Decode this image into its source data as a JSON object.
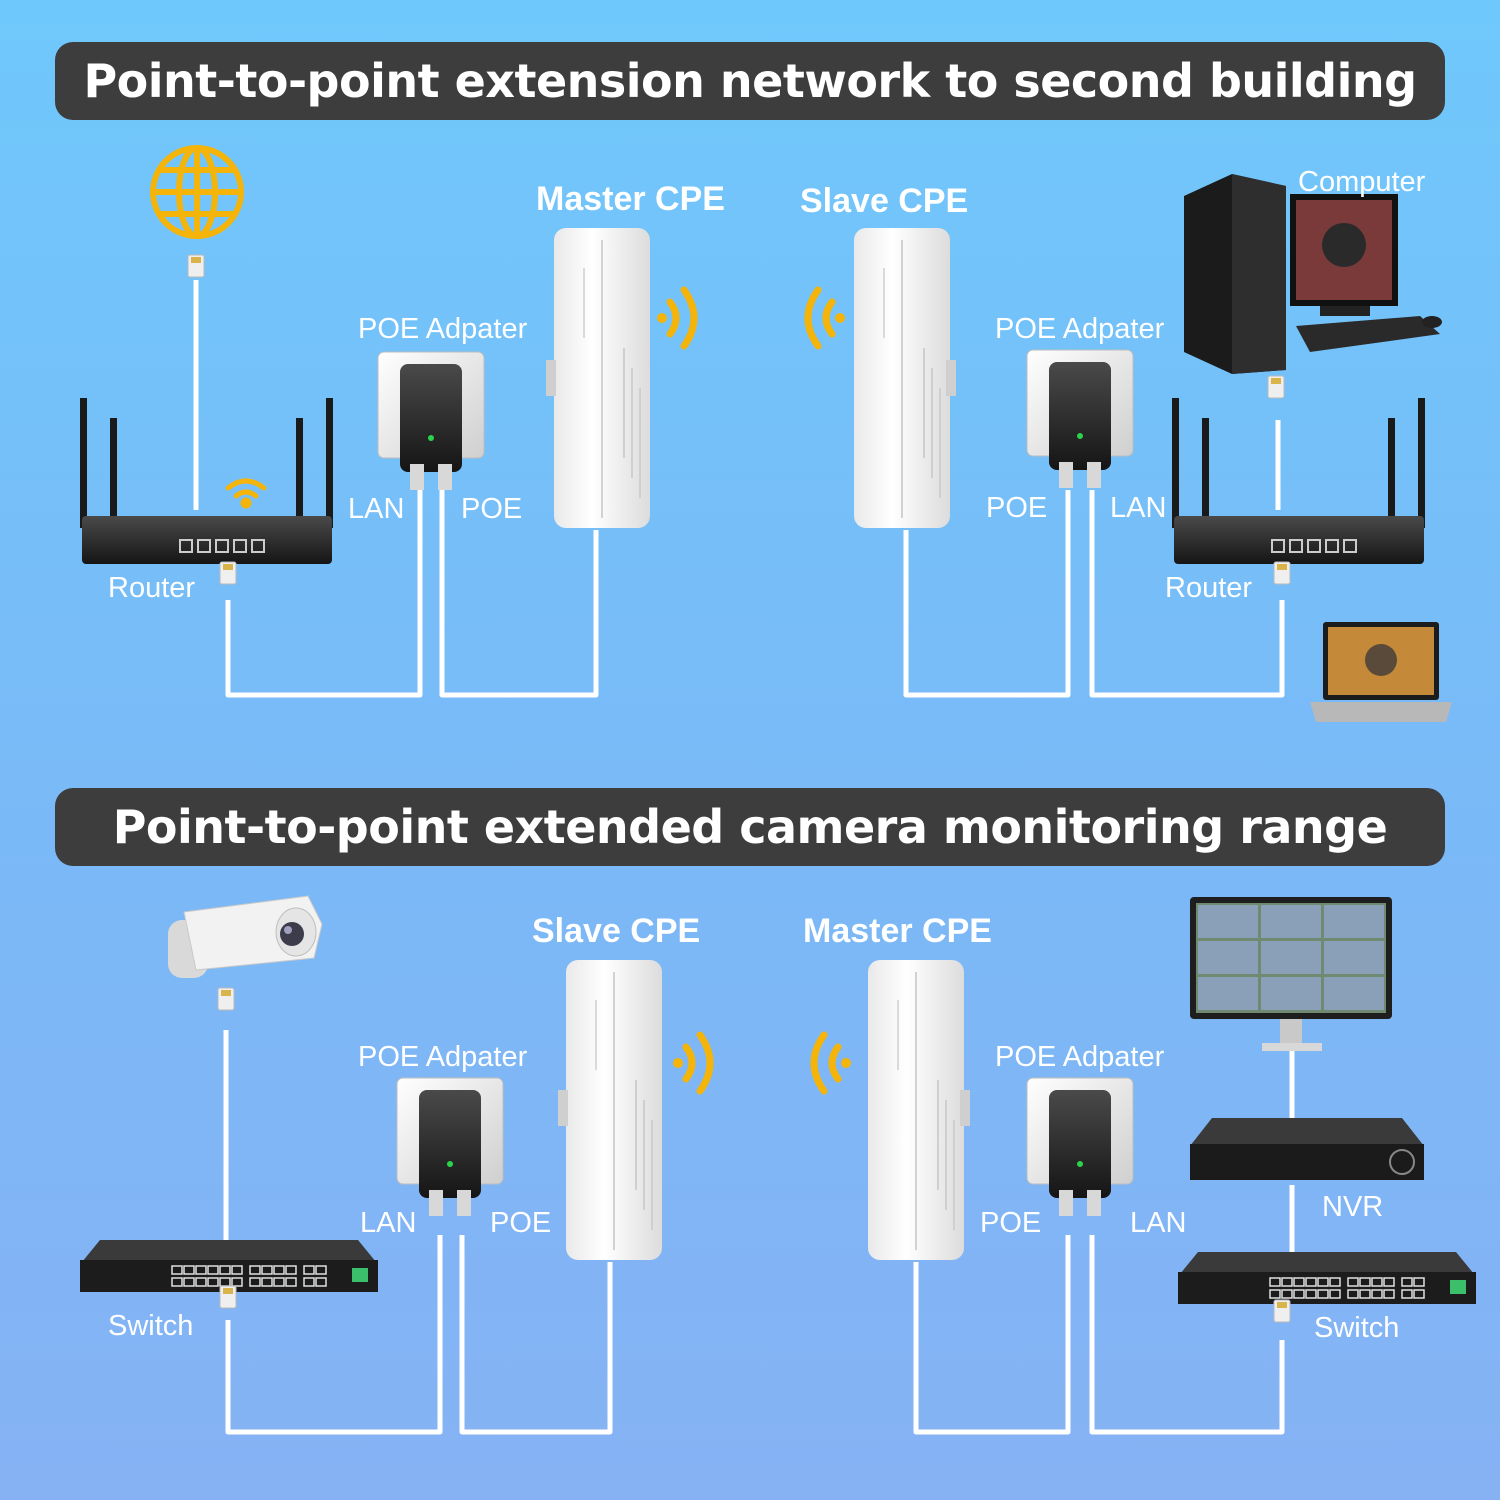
{
  "section1": {
    "title": "Point-to-point extension network to second building",
    "master_cpe": "Master CPE",
    "slave_cpe": "Slave CPE",
    "poe_adapter_left": "POE Adpater",
    "poe_adapter_right": "POE Adpater",
    "lan_left": "LAN",
    "poe_left": "POE",
    "poe_right": "POE",
    "lan_right": "LAN",
    "router_left": "Router",
    "router_right": "Router",
    "computer": "Computer"
  },
  "section2": {
    "title": "Point-to-point extended camera monitoring range",
    "slave_cpe": "Slave CPE",
    "master_cpe": "Master CPE",
    "poe_adapter_left": "POE Adpater",
    "poe_adapter_right": "POE Adpater",
    "lan_left": "LAN",
    "poe_left": "POE",
    "poe_right": "POE",
    "lan_right": "LAN",
    "switch_left": "Switch",
    "switch_right": "Switch",
    "nvr": "NVR"
  },
  "colors": {
    "banner": "#3d3d3d",
    "signal": "#f5b40a",
    "cable": "#ffffff"
  }
}
